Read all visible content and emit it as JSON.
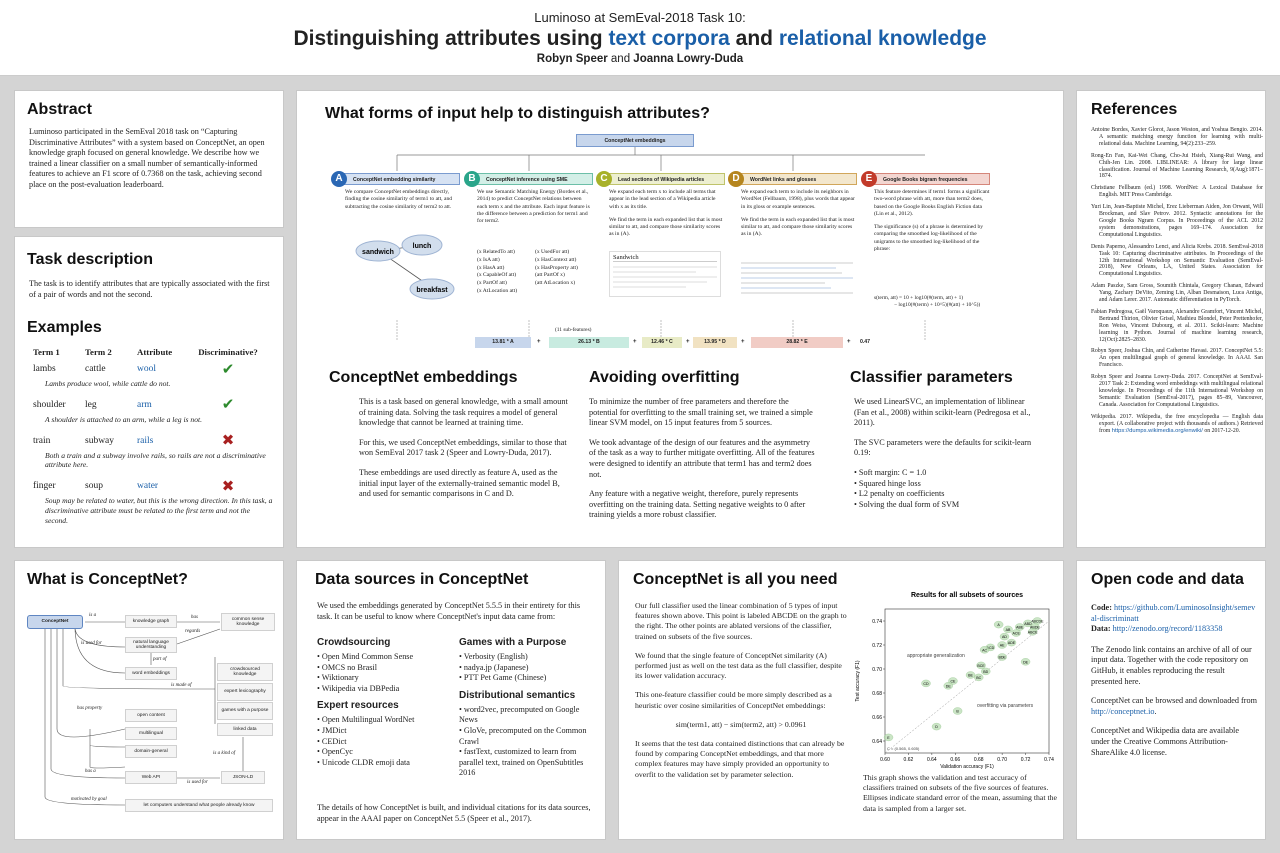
{
  "header": {
    "line1": "Luminoso at SemEval-2018 Task 10:",
    "title_pre": "Distinguishing attributes using ",
    "title_acc1": "text corpora",
    "title_mid": " and ",
    "title_acc2": "relational knowledge",
    "author1": "Robyn Speer",
    "and": " and ",
    "author2": "Joanna Lowry-Duda"
  },
  "abstract": {
    "heading": "Abstract",
    "text": "Luminoso participated in the SemEval 2018 task on “Capturing Discriminative Attributes” with a system based on ConceptNet, an open knowledge graph focused on general knowledge. We describe how we trained a linear classifier on a small number of semantically-informed features to achieve an F1 score of 0.7368 on the task, achieving second place on the post-evaluation leaderboard."
  },
  "task": {
    "heading": "Task description",
    "text": "The task is to identify attributes that are typically associated with the first of a pair of words and not the second.",
    "examples_heading": "Examples",
    "cols": [
      "Term 1",
      "Term 2",
      "Attribute",
      "Discriminative?"
    ],
    "rows": [
      {
        "t1": "lambs",
        "t2": "cattle",
        "attr": "wool",
        "mark": "✔",
        "note": "Lambs produce wool, while cattle do not."
      },
      {
        "t1": "shoulder",
        "t2": "leg",
        "attr": "arm",
        "mark": "✔",
        "note": "A shoulder is attached to an arm, while a leg is not."
      },
      {
        "t1": "train",
        "t2": "subway",
        "attr": "rails",
        "mark": "✖",
        "note": "Both a train and a subway involve rails, so rails are not a discriminative attribute here."
      },
      {
        "t1": "finger",
        "t2": "soup",
        "attr": "water",
        "mark": "✖",
        "note": "Soup may be related to water, but this is the wrong direction. In this task, a discriminative attribute must be related to the first term and not the second."
      }
    ]
  },
  "features": {
    "heading": "What forms of input help to distinguish attributes?",
    "top": "ConceptNet embeddings",
    "cols": [
      {
        "letter": "A",
        "title": "ConceptNet embedding similarity",
        "text": "We compare ConceptNet embeddings directly, finding the cosine similarity of term1 to att, and subtracting the cosine similarity of term2 to att.",
        "w1": "sandwich",
        "w2": "lunch",
        "w3": "breakfast"
      },
      {
        "letter": "B",
        "title": "ConceptNet inference using SME",
        "text": "We use Semantic Matching Energy (Bordes et al., 2014) to predict ConceptNet relations between each term x and the attribute. Each input feature is the difference between a prediction for term1 and for term2.",
        "rels": [
          "(x RelatedTo att)",
          "(x UsedFor att)",
          "(x IsA att)",
          "(x HasContext att)",
          "(x HasA att)",
          "(x HasProperty att)",
          "(x CapableOf att)",
          "(att PartOf x)",
          "(x PartOf att)",
          "(att AtLocation x)",
          "(x AtLocation att)",
          ""
        ],
        "sub": "(11 sub-features)"
      },
      {
        "letter": "C",
        "title": "Lead sections of Wikipedia articles",
        "text1": "We expand each term x to include all terms that appear in the lead section of a Wikipedia article with x as its title.",
        "text2": "We find the term in each expanded list that is most similar to att, and compare those similarity scores as in (A).",
        "wiki": "Sandwich"
      },
      {
        "letter": "D",
        "title": "WordNet links and glosses",
        "text1": "We expand each term to include its neighbors in WordNet (Fellbaum, 1998), plus words that appear in its gloss or example sentences.",
        "text2": "We find the term in each expanded list that is most similar to att, and compare those similarity scores as in (A)."
      },
      {
        "letter": "E",
        "title": "Google Books bigram frequencies",
        "text1": "This feature determines if term1 forms a significant two-word phrase with att, more than term2 does, based on the Google Books English Fiction data (Lin et al., 2012).",
        "text2": "The significance (s) of a phrase is determined by comparing the smoothed log-likelihood of the unigrams to the smoothed log-likelihood of the phrase:",
        "f1": "s(term, att) = 10 + log10(#(term, att) + 1)",
        "f2": "− log10(#(term) + 10^5)(#(att) + 10^5))"
      }
    ],
    "formula": [
      {
        "v": "13.81 * A"
      },
      {
        "v": "26.13 * B"
      },
      {
        "v": "12.46 * C"
      },
      {
        "v": "13.95 * D"
      },
      {
        "v": "28.82 * E"
      }
    ],
    "plus": "+",
    "const": "0.47"
  },
  "sec_cn": {
    "heading": "ConceptNet embeddings",
    "p1": "This is a task based on general knowledge, with a small amount of training data. Solving the task requires a model of general knowledge that cannot be learned at training time.",
    "p2": "For this, we used ConceptNet embeddings, similar to those that won SemEval 2017 task 2 (Speer and Lowry-Duda, 2017).",
    "p3": "These embeddings are used directly as feature A, used as the initial input layer of the externally-trained semantic model B, and used for semantic comparisons in C and D."
  },
  "sec_of": {
    "heading": "Avoiding overfitting",
    "p1": "To minimize the number of free parameters and therefore the potential for overfitting to the small training set, we trained a simple linear SVM model, on 15 input features from 5 sources.",
    "p2": "We took advantage of the design of our features and the asymmetry of the task as a way to further mitigate overfitting. All of the features were designed to identify an attribute that term1 has and term2 does not.",
    "p3": "Any feature with a negative weight, therefore, purely represents overfitting on the training data. Setting negative weights to 0 after training yields a more robust classifier."
  },
  "sec_cp": {
    "heading": "Classifier parameters",
    "p1": "We used LinearSVC, an implementation of liblinear (Fan et al., 2008) within scikit-learn (Pedregosa et al., 2011).",
    "p2": "The SVC parameters were the defaults for scikit-learn 0.19:",
    "items": [
      "Soft margin: C = 1.0",
      "Squared hinge loss",
      "L2 penalty on coefficients",
      "Solving the dual form of SVM"
    ]
  },
  "refs": {
    "heading": "References",
    "items": [
      "Antoine Bordes, Xavier Glorot, Jason Weston, and Yoshua Bengio. 2014. A semantic matching energy function for learning with multi-relational data. Machine Learning, 94(2):233–259.",
      "Rong-En Fan, Kai-Wei Chang, Cho-Jui Hsieh, Xiang-Rui Wang, and Chih-Jen Lin. 2008. LIBLINEAR: A library for large linear classification. Journal of Machine Learning Research, 9(Aug):1871–1874.",
      "Christiane Fellbaum (ed.) 1998. WordNet: A Lexical Database for English. MIT Press Cambridge.",
      "Yuri Lin, Jean-Baptiste Michel, Erez Lieberman Aiden, Jon Orwant, Will Brockman, and Slav Petrov. 2012. Syntactic annotations for the Google Books Ngram Corpus. In Proceedings of the ACL 2012 system demonstrations, pages 169–174. Association for Computational Linguistics.",
      "Denis Paperno, Alessandro Lenci, and Alicia Krebs. 2018. SemEval-2018 Task 10: Capturing discriminative attributes. In Proceedings of the 12th International Workshop on Semantic Evaluation (SemEval-2018), New Orleans, LA, United States. Association for Computational Linguistics.",
      "Adam Paszke, Sam Gross, Soumith Chintala, Gregory Chanan, Edward Yang, Zachary DeVito, Zeming Lin, Alban Desmaison, Luca Antiga, and Adam Lerer. 2017. Automatic differentiation in PyTorch.",
      "Fabian Pedregosa, Gaël Varoquaux, Alexandre Gramfort, Vincent Michel, Bertrand Thirion, Olivier Grisel, Mathieu Blondel, Peter Prettenhofer, Ron Weiss, Vincent Dubourg, et al. 2011. Scikit-learn: Machine learning in Python. Journal of machine learning research, 12(Oct):2825–2830.",
      "Robyn Speer, Joshua Chin, and Catherine Havasi. 2017. ConceptNet 5.5: An open multilingual graph of general knowledge. In AAAI. San Francisco.",
      "Robyn Speer and Joanna Lowry-Duda. 2017. ConceptNet at SemEval-2017 Task 2: Extending word embeddings with multilingual relational knowledge. In Proceedings of the 11th International Workshop on Semantic Evaluation (SemEval-2017), pages 85–89, Vancouver, Canada. Association for Computational Linguistics."
    ],
    "wiki_pre": "Wikipedia. 2017. Wikipedia, the free encyclopedia — English data export. (A collaborative project with thousands of authors.) Retrieved from ",
    "wiki_url": "https://dumps.wikimedia.org/enwiki/",
    "wiki_post": " on 2017-12-20."
  },
  "whatcn": {
    "heading": "What is ConceptNet?",
    "root": "ConceptNet",
    "nodes": {
      "kg": "knowledge graph",
      "csk": "common sense knowledge",
      "nlu": "natural language understanding",
      "we": "word embeddings",
      "ck": "crowdsourced knowledge",
      "el": "expert lexicography",
      "gwp": "games with a purpose",
      "ld": "linked data",
      "oc": "open content",
      "ml": "multilingual",
      "dg": "domain-general",
      "api": "Web API",
      "json": "JSON-LD",
      "lc": "let computers understand what people already know"
    },
    "edges": {
      "isa": "is a",
      "has": "has",
      "reg": "regards",
      "iuf": "is used for",
      "po": "part of",
      "imo": "is made of",
      "hp": "has property",
      "ika": "is a kind of",
      "hasa": "has a",
      "iuf2": "is used for",
      "mbg": "motivated by goal"
    }
  },
  "datasrc": {
    "heading": "Data sources in ConceptNet",
    "intro": "We used the embeddings generated by ConceptNet 5.5.5 in their entirety for this task. It can be useful to know where ConceptNet's input data came from:",
    "g1": {
      "h": "Crowdsourcing",
      "items": [
        "Open Mind Common Sense",
        "OMCS no Brasil",
        "Wiktionary",
        "Wikipedia via DBPedia"
      ]
    },
    "g2": {
      "h": "Expert resources",
      "items": [
        "Open Multilingual WordNet",
        "JMDict",
        "CEDict",
        "OpenCyc",
        "Unicode CLDR emoji data"
      ]
    },
    "g3": {
      "h": "Games with a Purpose",
      "items": [
        "Verbosity (English)",
        "nadya.jp (Japanese)",
        "PTT Pet Game (Chinese)"
      ]
    },
    "g4": {
      "h": "Distributional semantics",
      "items": [
        "word2vec, precomputed on Google News",
        "GloVe, precomputed on the Common Crawl",
        "fastText, customized to learn from parallel text, trained on OpenSubtitles 2016"
      ]
    },
    "outro": "The details of how ConceptNet is built, and individual citations for its data sources, appear in the AAAI paper on ConceptNet 5.5 (Speer et al., 2017)."
  },
  "allyou": {
    "heading": "ConceptNet is all you need",
    "p1": "Our full classifier used the linear combination of 5 types of input features shown above. This point is labeled ABCDE on the graph to the right. The other points are ablated versions of the classifier, trained on subsets of the five sources.",
    "p2": "We found that the single feature of ConceptNet similarity (A) performed just as well on the test data as the full classifier, despite its lower validation accuracy.",
    "p3": "This one-feature classifier could be more simply described as a heuristic over cosine similarities of ConceptNet embeddings:",
    "formula": "sim(term1, att) − sim(term2, att) > 0.0961",
    "p4": "It seems that the test data contained distinctions that can already be found by comparing ConceptNet embeddings, and that more complex features may have simply provided an opportunity to overfit to the validation set by parameter selection.",
    "caption": "This graph shows the validation and test accuracy of classifiers trained on subsets of the five sources of features. Ellipses indicate standard error of the mean, assuming that the data is sampled from a larger set."
  },
  "chart_data": {
    "type": "scatter",
    "title": "Results for all subsets of sources",
    "xlabel": "Validation accuracy (F1)",
    "ylabel": "Test accuracy (F1)",
    "xlim": [
      0.6,
      0.74
    ],
    "ylim": [
      0.63,
      0.75
    ],
    "xticks": [
      "0.60",
      "0.62",
      "0.64",
      "0.66",
      "0.68",
      "0.70",
      "0.72",
      "0.74"
    ],
    "yticks": [
      "0.64",
      "0.66",
      "0.68",
      "0.70",
      "0.72",
      "0.74"
    ],
    "annotations": [
      "appropriate generalization",
      "overfitting via parameters",
      "C = (0.565, 0.605)"
    ],
    "points": [
      {
        "label": "A",
        "x": 0.697,
        "y": 0.737
      },
      {
        "label": "ABCDE",
        "x": 0.73,
        "y": 0.74
      },
      {
        "label": "AB",
        "x": 0.705,
        "y": 0.733
      },
      {
        "label": "ABD",
        "x": 0.722,
        "y": 0.738
      },
      {
        "label": "ABE",
        "x": 0.715,
        "y": 0.735
      },
      {
        "label": "AD",
        "x": 0.702,
        "y": 0.727
      },
      {
        "label": "ACE",
        "x": 0.712,
        "y": 0.73
      },
      {
        "label": "ABDE",
        "x": 0.728,
        "y": 0.735
      },
      {
        "label": "ABCE",
        "x": 0.726,
        "y": 0.731
      },
      {
        "label": "AE",
        "x": 0.7,
        "y": 0.72
      },
      {
        "label": "ACD",
        "x": 0.69,
        "y": 0.718
      },
      {
        "label": "ADE",
        "x": 0.708,
        "y": 0.722
      },
      {
        "label": "AC",
        "x": 0.685,
        "y": 0.716
      },
      {
        "label": "BDE",
        "x": 0.7,
        "y": 0.71
      },
      {
        "label": "DE",
        "x": 0.72,
        "y": 0.706
      },
      {
        "label": "BCE",
        "x": 0.682,
        "y": 0.703
      },
      {
        "label": "BD",
        "x": 0.686,
        "y": 0.698
      },
      {
        "label": "BE",
        "x": 0.673,
        "y": 0.695
      },
      {
        "label": "CE",
        "x": 0.658,
        "y": 0.69
      },
      {
        "label": "BC",
        "x": 0.68,
        "y": 0.693
      },
      {
        "label": "CD",
        "x": 0.635,
        "y": 0.688
      },
      {
        "label": "DE",
        "x": 0.654,
        "y": 0.686
      },
      {
        "label": "B",
        "x": 0.662,
        "y": 0.665
      },
      {
        "label": "D",
        "x": 0.644,
        "y": 0.652
      },
      {
        "label": "E",
        "x": 0.603,
        "y": 0.643
      }
    ]
  },
  "open": {
    "heading": "Open code and data",
    "code_label": "Code:",
    "code_url": "https://github.com/LuminosoInsight/semeval-discriminatt",
    "data_label": "Data:",
    "data_url": "http://zenodo.org/record/1183358",
    "p1": "The Zenodo link contains an archive of all of our input data. Together with the code repository on GitHub, it enables reproducing the result presented here.",
    "p2_pre": "ConceptNet can be browsed and downloaded from ",
    "p2_url": "http://conceptnet.io",
    "p2_post": ".",
    "p3": "ConceptNet and Wikipedia data are available under the Creative Commons Attribution-ShareAlike 4.0 license."
  },
  "colors": {
    "A": "#2a67b4",
    "B": "#2aa58a",
    "C": "#a8b12a",
    "D": "#b5851e",
    "E": "#c23b2a",
    "title_accent": "#1a5fa8"
  }
}
